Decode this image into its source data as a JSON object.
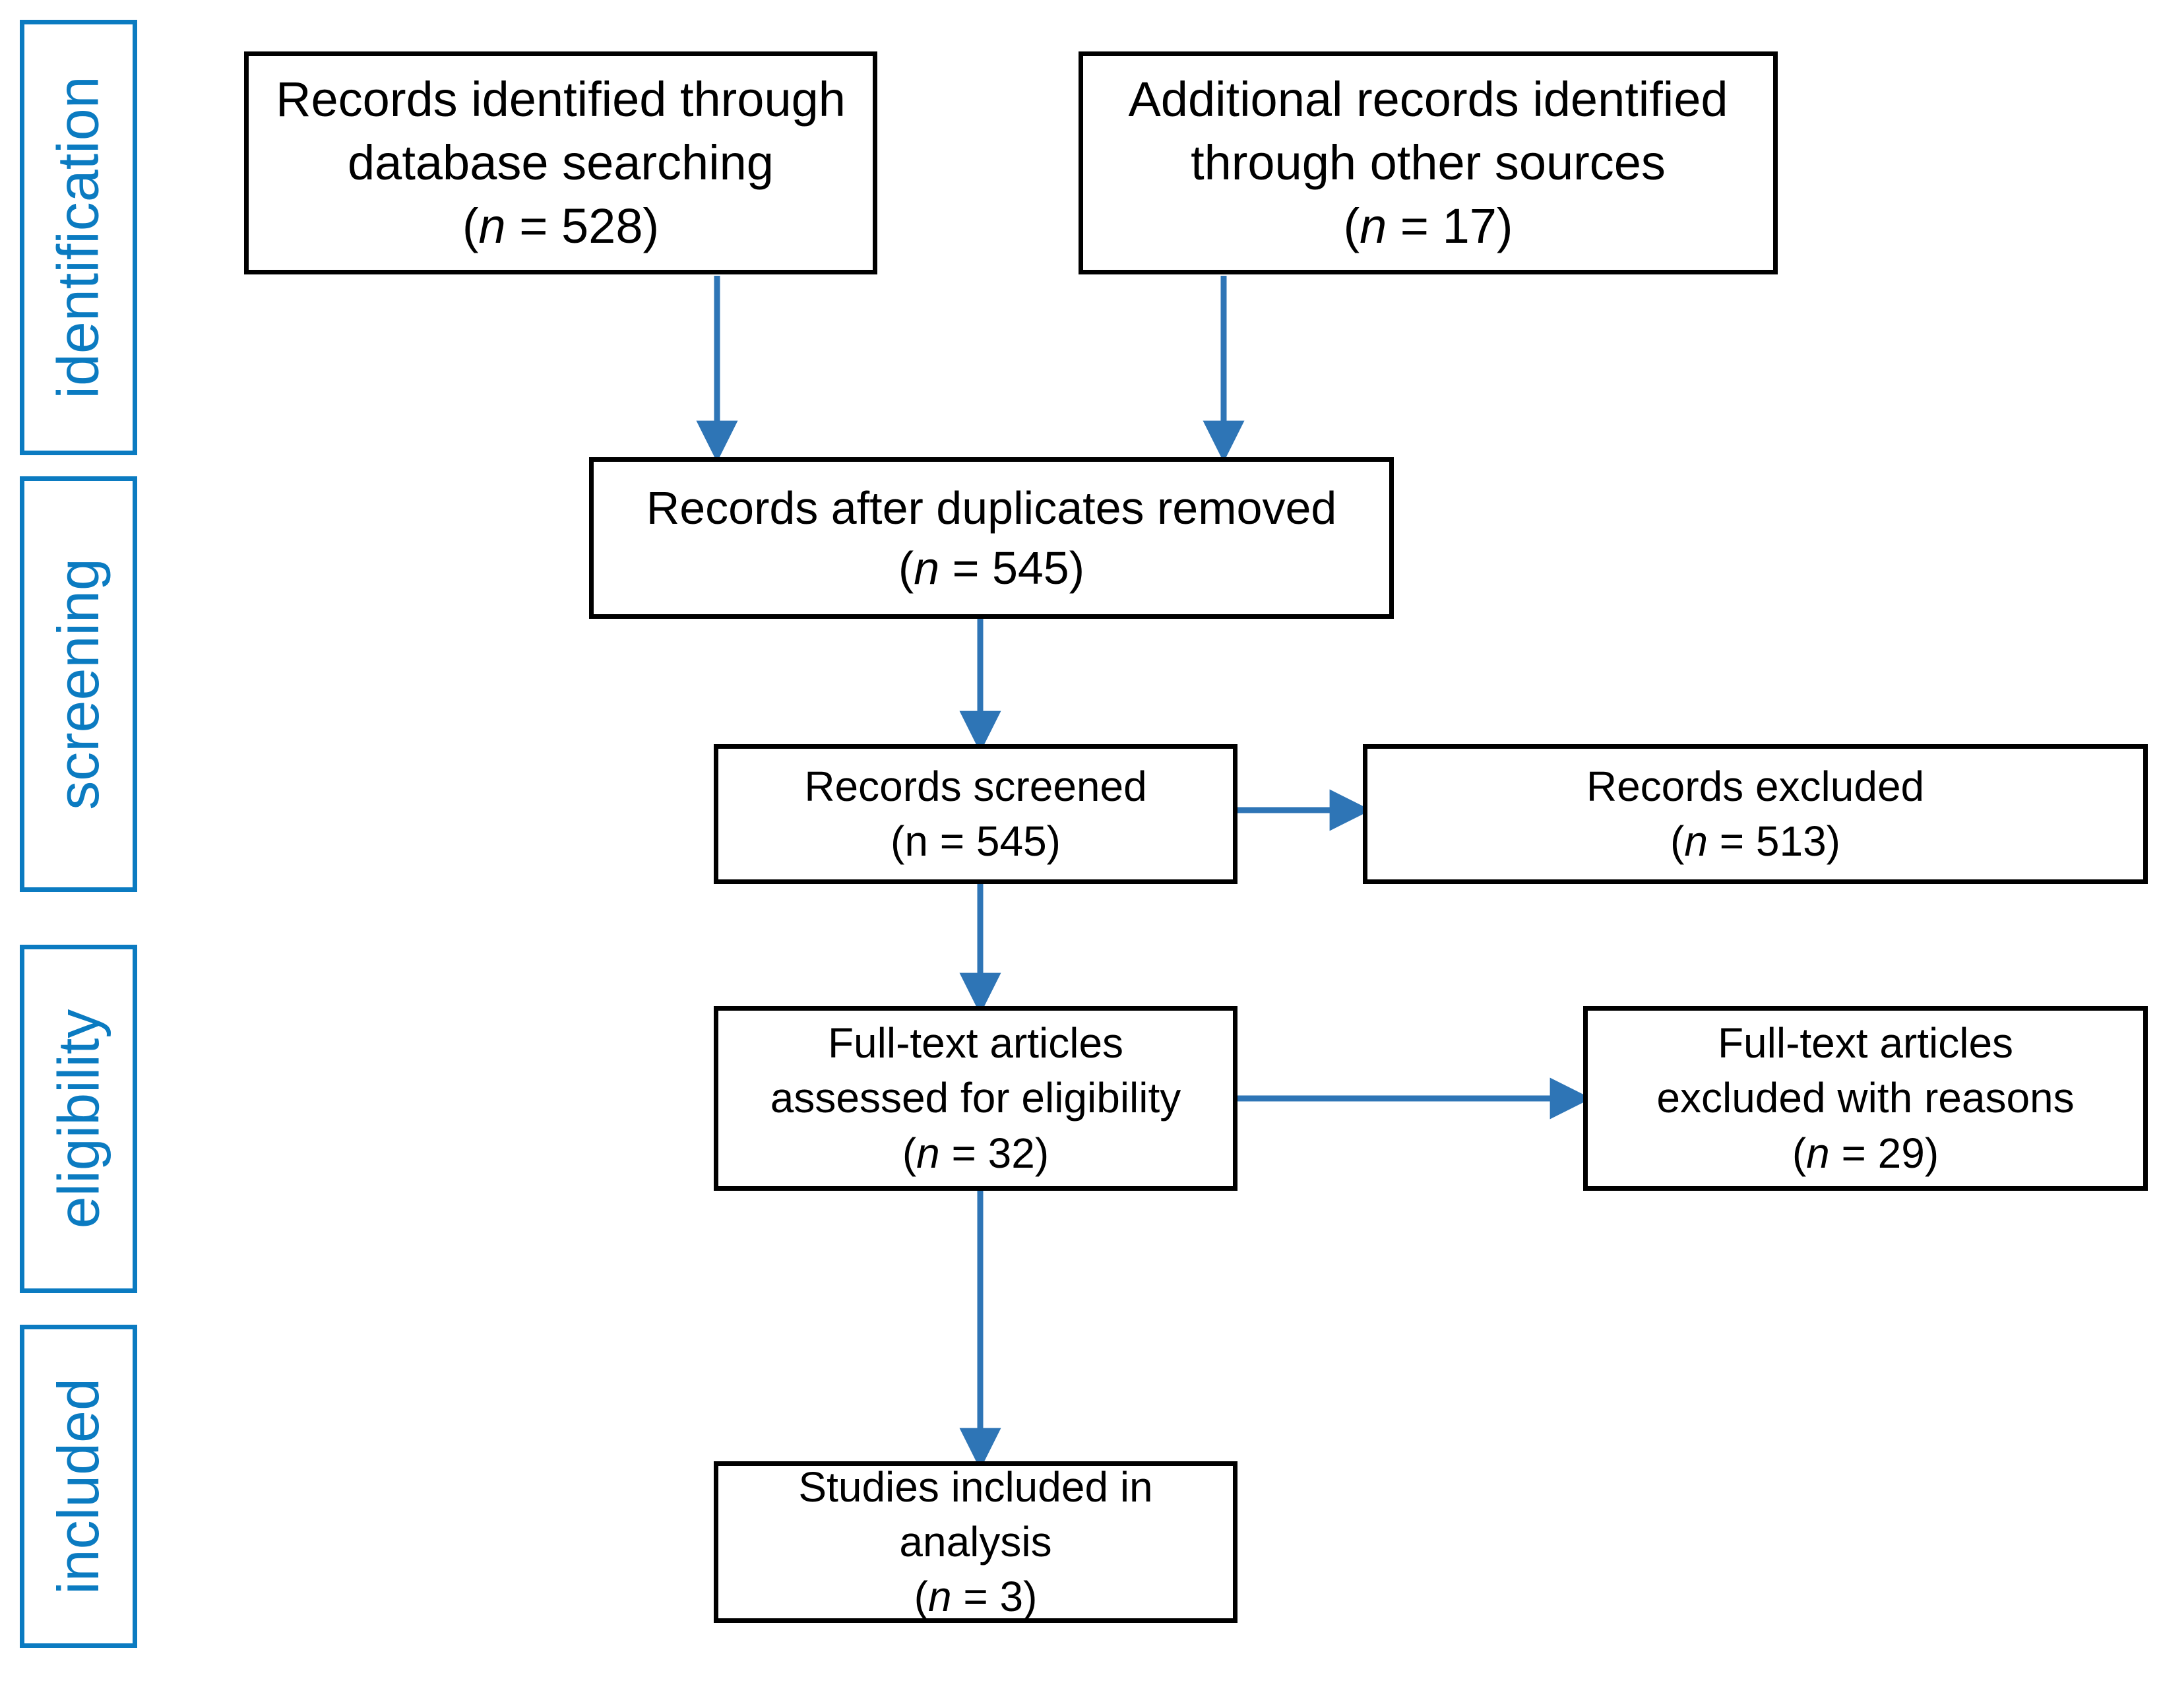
{
  "diagram": {
    "type": "prisma-flow-diagram",
    "accent_color": "#0b7bc1",
    "arrow_color": "#2e75b6",
    "box_border_color": "#000000",
    "background": "#ffffff"
  },
  "stages": [
    {
      "id": "identification",
      "label": "identification"
    },
    {
      "id": "screening",
      "label": "screening"
    },
    {
      "id": "eligibility",
      "label": "eligibility"
    },
    {
      "id": "included",
      "label": "included"
    }
  ],
  "nodes": {
    "db_search": {
      "line1": "Records identified through",
      "line2": "database searching",
      "count_open": "(",
      "count_n": "n",
      "count_eq": " = 528)",
      "n_value": 528
    },
    "other_sources": {
      "line1": "Additional records identified",
      "line2": "through other sources",
      "count_open": "(",
      "count_n": "n",
      "count_eq": " = 17)",
      "n_value": 17
    },
    "dedup": {
      "line1": "Records after duplicates removed",
      "count_open": "(",
      "count_n": "n",
      "count_eq": " = 545)",
      "n_value": 545
    },
    "screened": {
      "line1": "Records screened",
      "count_open": "(",
      "count_n": "n",
      "count_eq": " = 545)",
      "n_value": 545
    },
    "excluded": {
      "line1": "Records excluded",
      "count_open": "(",
      "count_n": "n",
      "count_eq": " = 513)",
      "n_value": 513
    },
    "fulltext_assessed": {
      "line1": "Full-text articles",
      "line2": "assessed for eligibility",
      "count_open": "(",
      "count_n": "n",
      "count_eq": " = 32)",
      "n_value": 32
    },
    "fulltext_excluded": {
      "line1": "Full-text articles",
      "line2": "excluded with reasons",
      "count_open": "(",
      "count_n": "n",
      "count_eq": " = 29)",
      "n_value": 29
    },
    "included_studies": {
      "line1": "Studies included in",
      "line2": "analysis",
      "count_open": "(",
      "count_n": "n",
      "count_eq": " = 3)",
      "n_value": 3
    }
  },
  "edges": [
    {
      "id": "db-to-dedup",
      "from": "db_search",
      "to": "dedup",
      "direction": "down"
    },
    {
      "id": "other-to-dedup",
      "from": "other_sources",
      "to": "dedup",
      "direction": "down"
    },
    {
      "id": "dedup-to-screened",
      "from": "dedup",
      "to": "screened",
      "direction": "down"
    },
    {
      "id": "screened-to-excluded",
      "from": "screened",
      "to": "excluded",
      "direction": "right"
    },
    {
      "id": "screened-to-fulltext",
      "from": "screened",
      "to": "fulltext_assessed",
      "direction": "down"
    },
    {
      "id": "fulltext-to-excluded",
      "from": "fulltext_assessed",
      "to": "fulltext_excluded",
      "direction": "right"
    },
    {
      "id": "fulltext-to-included",
      "from": "fulltext_assessed",
      "to": "included_studies",
      "direction": "down"
    }
  ]
}
